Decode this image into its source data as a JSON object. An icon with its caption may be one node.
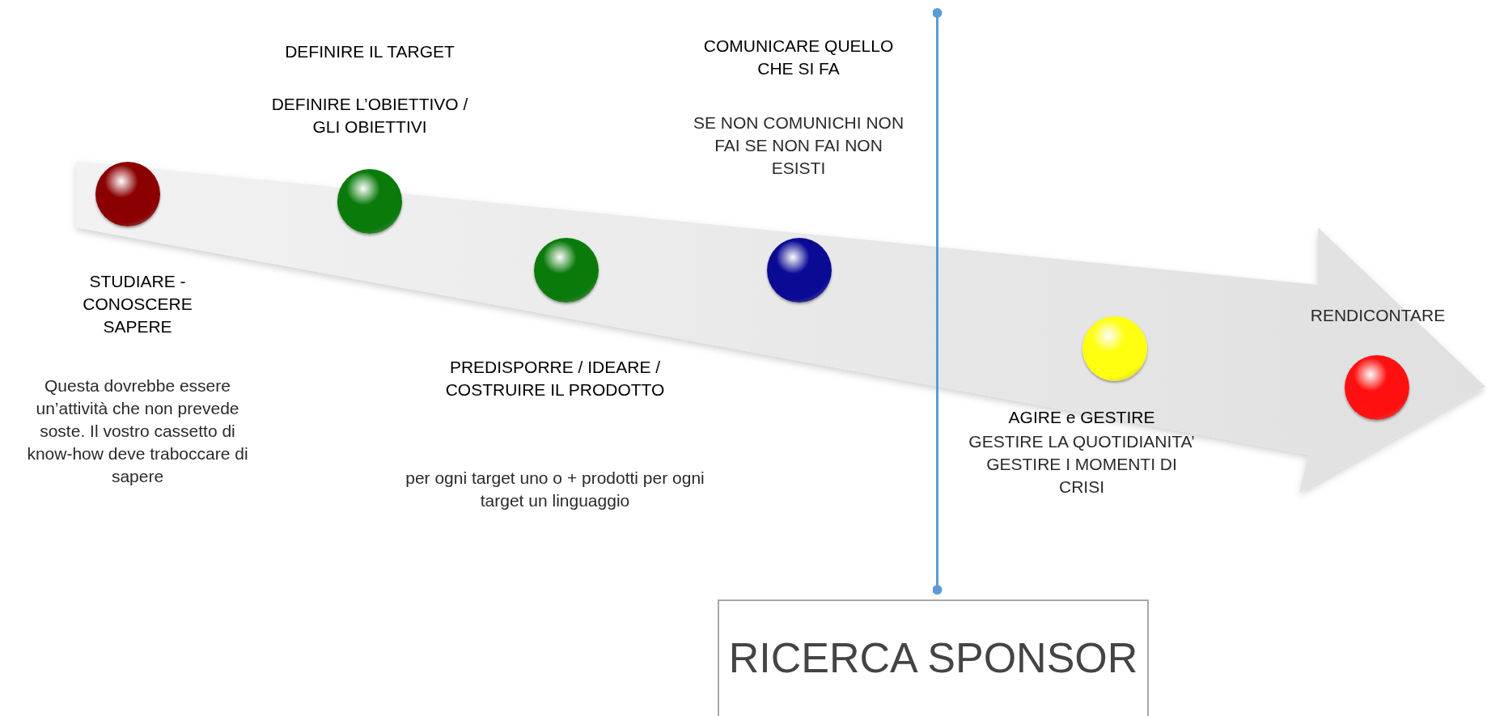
{
  "diagram": {
    "nodes": [
      {
        "text": [],
        "shape": "circle",
        "beside": [
          "STUDIARE - CONOSCERE SAPERE"
        ]
      },
      {
        "text": [],
        "shape": "circle",
        "beside": [
          "DEFINIRE IL TARGET",
          "DEFINIRE L’OBIETTIVO / GLI OBIETTIVI"
        ]
      },
      {
        "text": [],
        "shape": "circle",
        "beside": [
          "PREDISPORRE / IDEARE / COSTRUIRE IL PRODOTTO"
        ]
      },
      {
        "text": [],
        "shape": "circle",
        "beside": [
          "COMUNICARE QUELLO CHE SI FA",
          "SE NON COMUNICHI NON FAI SE NON FAI NON ESISTI"
        ]
      },
      {
        "text": [],
        "shape": "circle",
        "beside": [
          "AGIRE e GESTIRE",
          "GESTIRE LA QUOTIDIANITA’ GESTIRE I MOMENTI DI CRISI"
        ]
      },
      {
        "text": [],
        "shape": "circle",
        "beside": [
          "RENDICONTARE"
        ]
      },
      {
        "text": [
          "RICERCA SPONSOR"
        ]
      }
    ],
    "edges": [
      {
        "from": null,
        "to": 6,
        "arrow": "other"
      }
    ],
    "labels": [
      "Questa dovrebbe essere un’attività che non prevede soste. Il vostro cassetto di know-how deve traboccare di sapere",
      "per ogni target uno o + prodotti per ogni target un linguaggio"
    ]
  }
}
